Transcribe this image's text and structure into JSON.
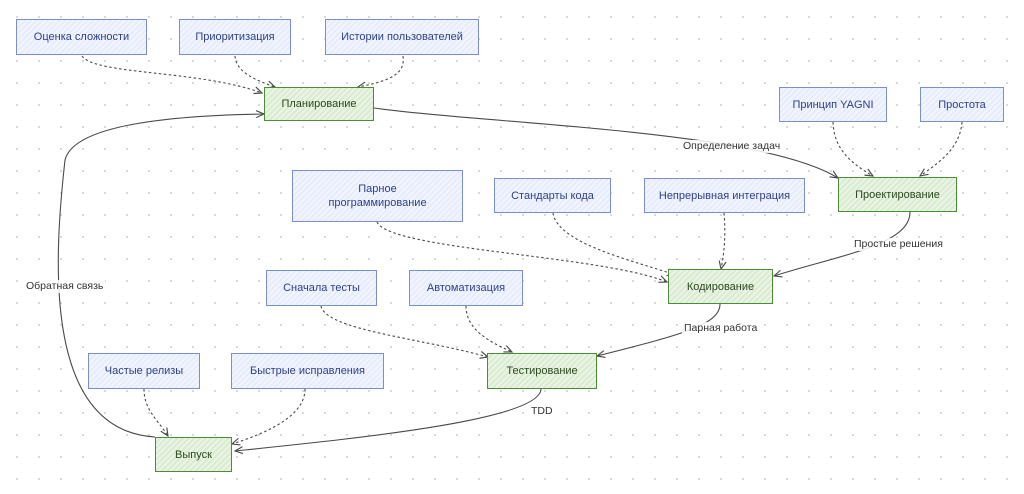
{
  "practices": {
    "complexity": "Оценка сложности",
    "prioritization": "Приоритизация",
    "user_stories": "Истории пользователей",
    "yagni": "Принцип YAGNI",
    "simplicity": "Простота",
    "pair_programming": "Парное\nпрограммирование",
    "code_standards": "Стандарты кода",
    "ci": "Непрерывная интеграция",
    "tests_first": "Сначала тесты",
    "automation": "Автоматизация",
    "frequent_releases": "Частые релизы",
    "quick_fixes": "Быстрые исправления"
  },
  "phases": {
    "planning": "Планирование",
    "design": "Проектирование",
    "coding": "Кодирование",
    "testing": "Тестирование",
    "release": "Выпуск"
  },
  "edge_labels": {
    "task_definition": "Определение задач",
    "simple_solutions": "Простые решения",
    "pair_work": "Парная работа",
    "tdd": "TDD",
    "feedback": "Обратная связь"
  },
  "colors": {
    "practice_fill": "#e6ecfb",
    "practice_border": "#7b8fcf",
    "phase_fill": "#d9ebd0",
    "phase_border": "#4f8a3a"
  }
}
